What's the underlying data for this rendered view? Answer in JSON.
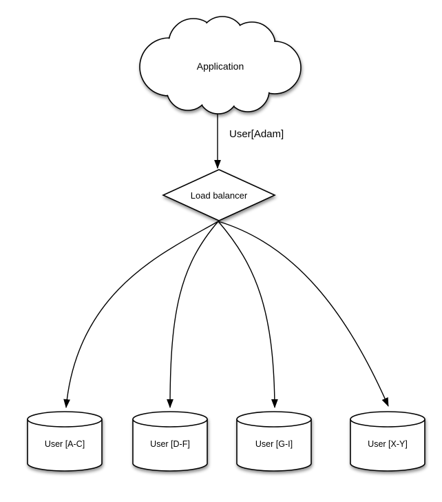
{
  "diagram": {
    "background_color": "#ffffff",
    "stroke_color": "#000000",
    "node_fill_color": "#ffffff",
    "nodes": {
      "application": {
        "type": "cloud",
        "label": "Application"
      },
      "load_balancer": {
        "type": "diamond",
        "label": "Load balancer"
      },
      "shards": [
        {
          "type": "cylinder",
          "label": "User [A-C]"
        },
        {
          "type": "cylinder",
          "label": "User [D-F]"
        },
        {
          "type": "cylinder",
          "label": "User [G-I]"
        },
        {
          "type": "cylinder",
          "label": "User [X-Y]"
        }
      ]
    },
    "edges": {
      "app_to_lb": {
        "label": "User[Adam]",
        "from": "application",
        "to": "load_balancer"
      },
      "lb_to_shard_1": {
        "label": "",
        "from": "load_balancer",
        "to": "User [A-C]"
      },
      "lb_to_shard_2": {
        "label": "",
        "from": "load_balancer",
        "to": "User [D-F]"
      },
      "lb_to_shard_3": {
        "label": "",
        "from": "load_balancer",
        "to": "User [G-I]"
      },
      "lb_to_shard_4": {
        "label": "",
        "from": "load_balancer",
        "to": "User [X-Y]"
      }
    }
  }
}
